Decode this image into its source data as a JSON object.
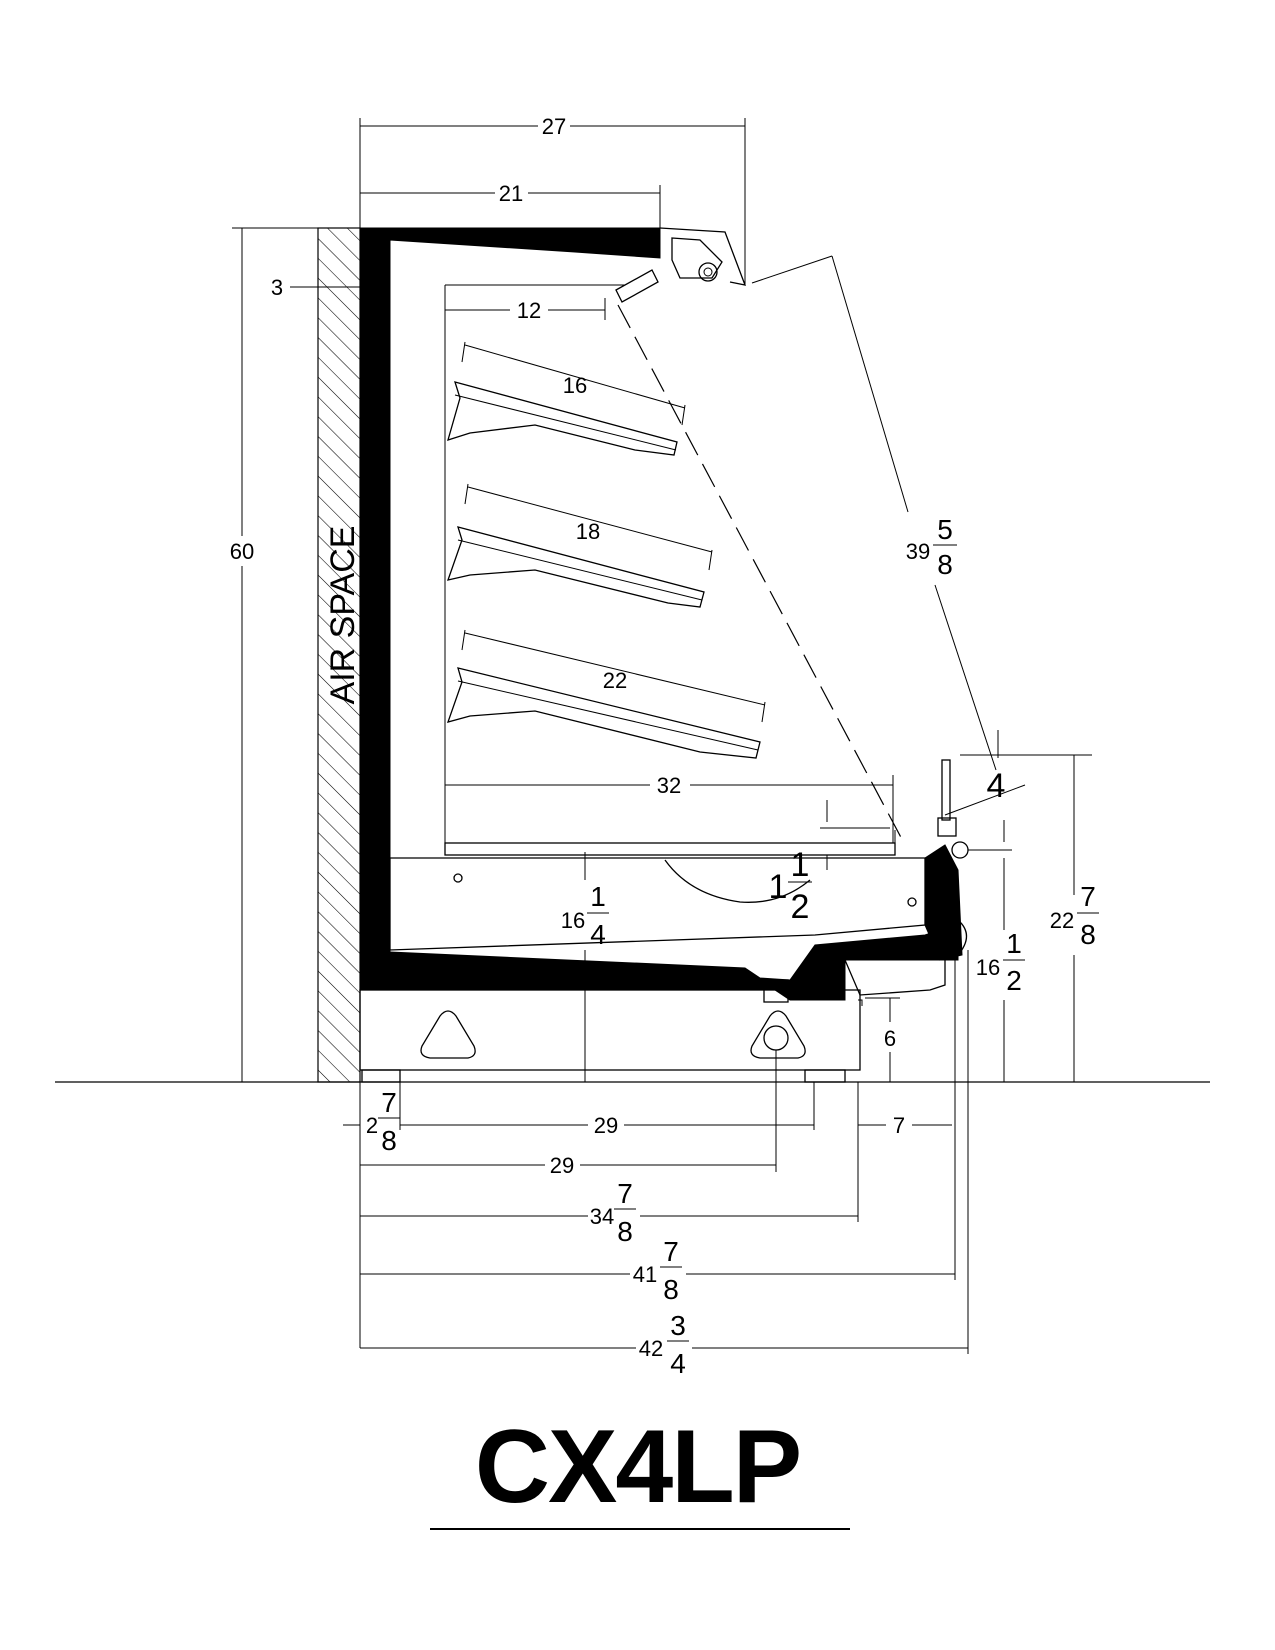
{
  "model": "CX4LP",
  "side_label": "AIR SPACE",
  "dimensions": {
    "overall_width_top": "27",
    "canopy_depth": "21",
    "air_space": "3",
    "top_shelf_depth": "12",
    "shelf_1": "16",
    "shelf_2": "18",
    "shelf_3": "22",
    "deck_depth": "32",
    "overall_height": "60",
    "opening_whole": "39",
    "opening_num": "5",
    "opening_den": "8",
    "bumper": "4",
    "deck_height_whole": "16",
    "deck_height_num": "1",
    "deck_height_den": "4",
    "deck_lip_whole": "1",
    "deck_lip_num": "1",
    "deck_lip_den": "2",
    "front_height_whole": "16",
    "front_height_num": "1",
    "front_height_den": "2",
    "rail_height_whole": "22",
    "rail_height_num": "7",
    "rail_height_den": "8",
    "kick_height": "6",
    "rear_offset_whole": "2",
    "rear_offset_num": "7",
    "rear_offset_den": "8",
    "leg_span": "29",
    "drain_location": "29",
    "base_depth_whole": "34",
    "base_depth_num": "7",
    "base_depth_den": "8",
    "front_depth_whole": "41",
    "front_depth_num": "7",
    "front_depth_den": "8",
    "overall_depth_whole": "42",
    "overall_depth_num": "3",
    "overall_depth_den": "4",
    "front_overhang": "7"
  }
}
